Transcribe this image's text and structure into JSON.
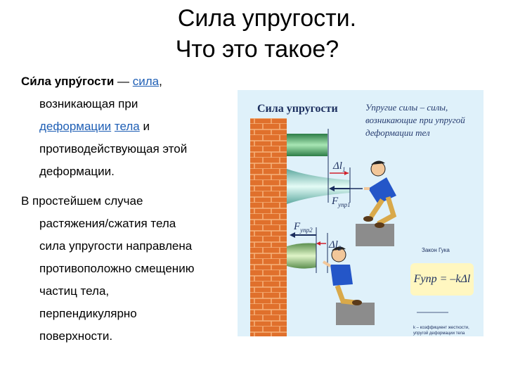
{
  "title": {
    "line1": "Сила упругости.",
    "line2": "Что это такое?"
  },
  "paragraph1": {
    "term": "Си́ла упру́гости",
    "dash": " — ",
    "link_force": "сила",
    "comma": ",",
    "line2": "возникающая при",
    "link_deformation": "деформации",
    "space": " ",
    "link_body": "тела",
    "and": " и",
    "line4": "противодействующая этой",
    "line5": "деформации."
  },
  "paragraph2": {
    "lines": [
      "В простейшем случае",
      "растяжения/сжатия тела",
      "сила упругости направлена",
      "противоположно смещению",
      "частиц тела,",
      "перпендикулярно",
      "поверхности."
    ]
  },
  "figure": {
    "title": "Сила упругости",
    "caption": "Упругие силы – силы, возникающие при упругой деформации тел",
    "label_dl1": "Δl",
    "label_dl1_sub": "1",
    "label_f1": "F",
    "label_f1_sub": "упр1",
    "label_f2": "F",
    "label_f2_sub": "упр2",
    "label_dl2": "Δl",
    "label_dl2_sub": "2",
    "law_title": "Закон Гука",
    "formula": "Fупр = –kΔl",
    "footnote": "k – коэффициент жесткости, упругой деформации тела",
    "colors": {
      "background": "#dff1fa",
      "brick": "#e0702c",
      "spring_top": "#4fa56a",
      "spring_middle": "#9fd9d0",
      "spring_bottom": "#9ac98a",
      "block": "#8c8c8c"
    }
  }
}
